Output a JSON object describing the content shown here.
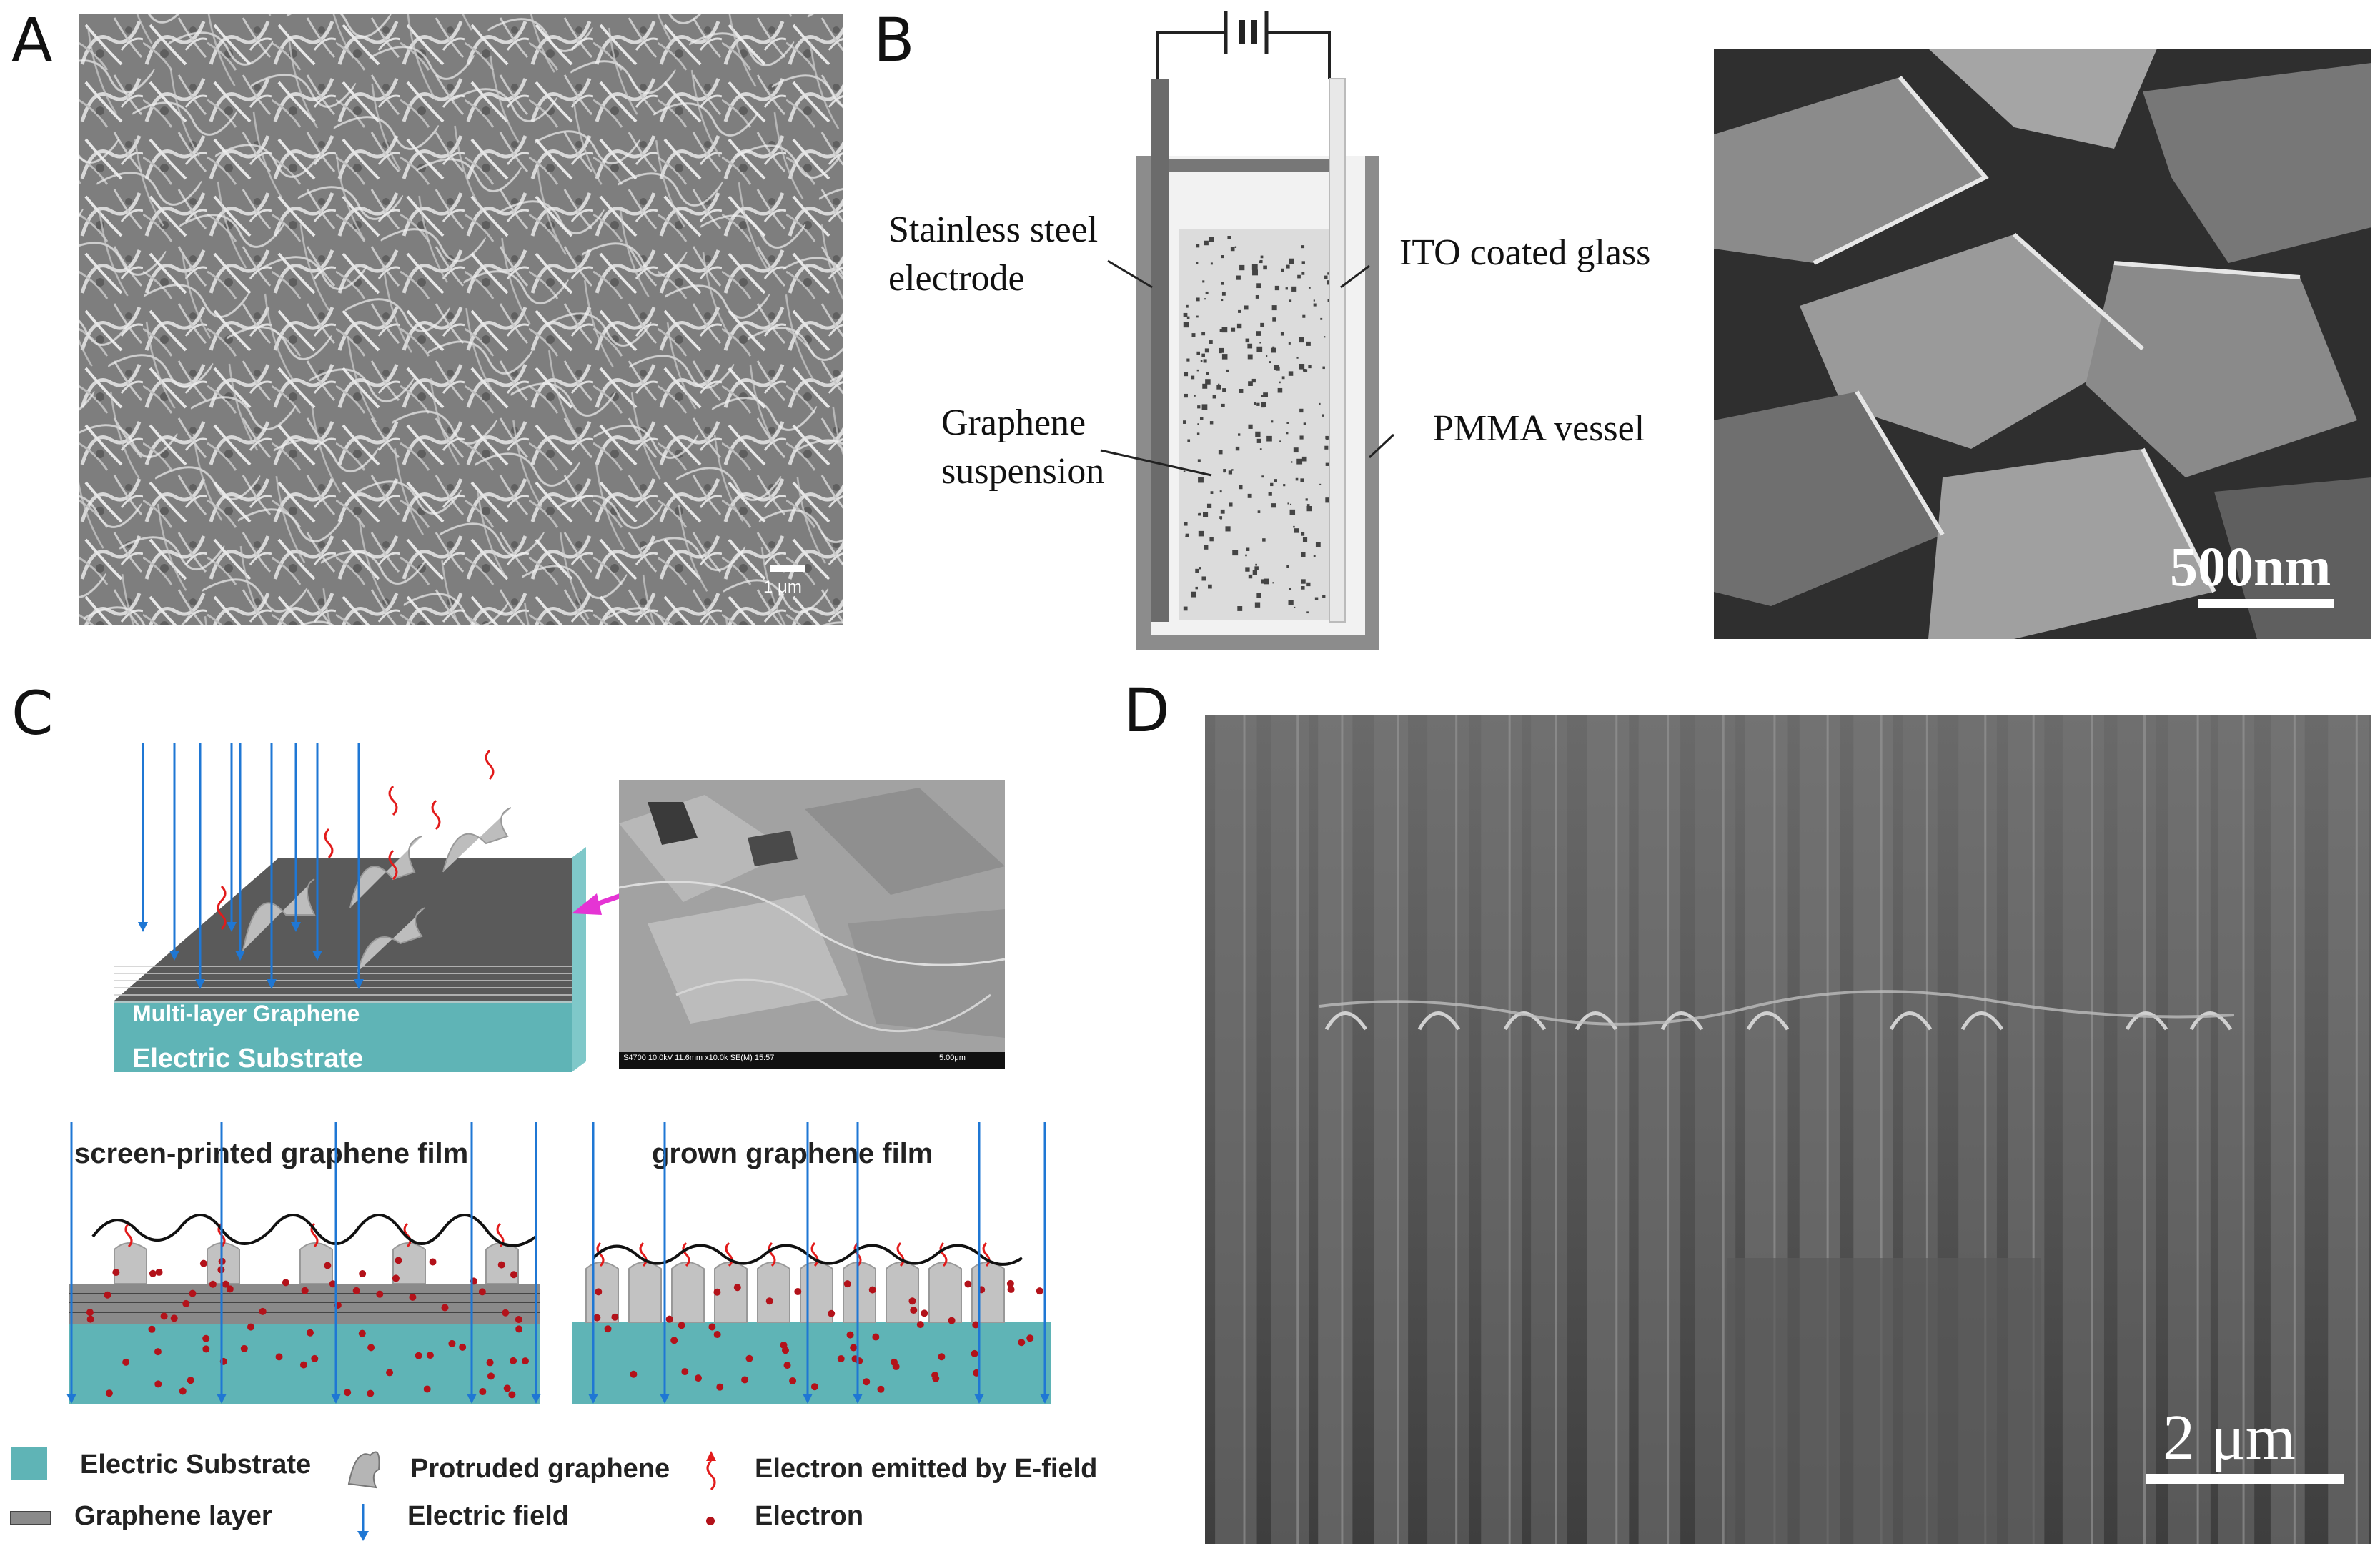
{
  "panels": {
    "a": {
      "letter": "A",
      "scale_bar": "1 μm"
    },
    "b": {
      "letter": "B",
      "labels": {
        "stainless_line1": "Stainless steel",
        "stainless_line2": "electrode",
        "ito": "ITO coated glass",
        "graphene_line1": "Graphene",
        "graphene_line2": "suspension",
        "pmma": "PMMA vessel"
      },
      "scale_bar": "500nm"
    },
    "c": {
      "letter": "C",
      "multi_layer": "Multi-layer Graphene",
      "substrate": "Electric Substrate",
      "sem_caption": "S4700 10.0kV 11.6mm x10.0k SE(M) 15:57",
      "sem_scale": "5.00μm",
      "screen_printed": "screen-printed graphene film",
      "grown": "grown graphene film",
      "legend": {
        "substrate": "Electric Substrate",
        "graphene_layer": "Graphene layer",
        "protruded": "Protruded graphene",
        "field": "Electric field",
        "emitted": "Electron emitted by E-field",
        "electron": "Electron"
      }
    },
    "d": {
      "letter": "D",
      "scale_bar": "2 μm"
    }
  },
  "colors": {
    "substrate": "#5fb4b6",
    "field_arrow": "#1f77d4",
    "electron": "#b3121a",
    "emission": "#e21b1b",
    "magenta": "#e534d4"
  }
}
